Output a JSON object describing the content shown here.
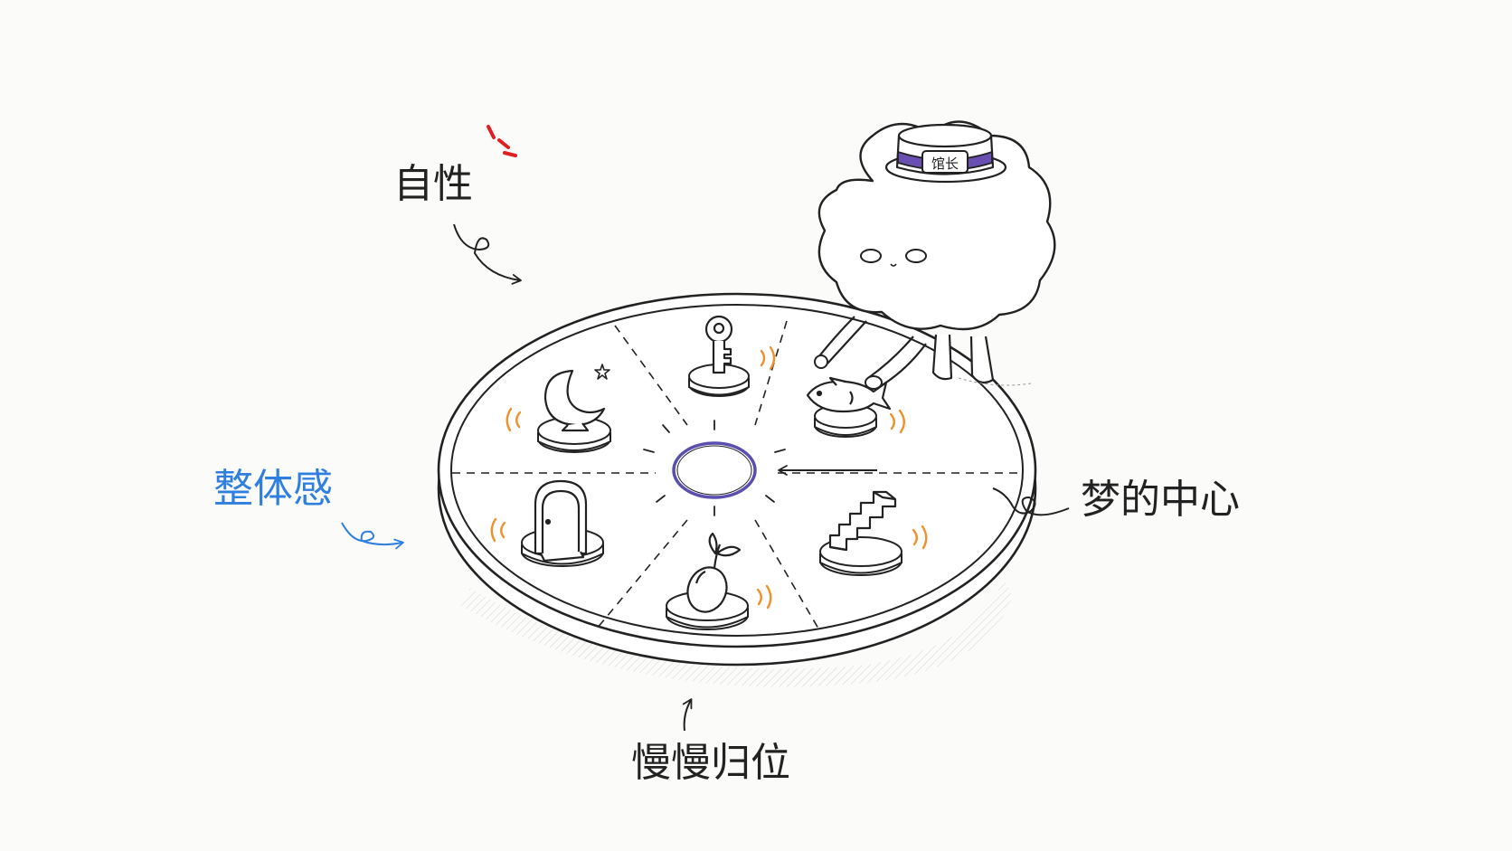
{
  "labels": {
    "self": "自性",
    "wholeness": "整体感",
    "dream_center": "梦的中心",
    "return": "慢慢归位"
  },
  "character": {
    "hat_badge": "馆长"
  },
  "pedestals": [
    {
      "item": "key",
      "icon": "key-icon"
    },
    {
      "item": "fish",
      "icon": "fish-icon"
    },
    {
      "item": "stairs",
      "icon": "stairs-icon"
    },
    {
      "item": "fruit",
      "icon": "fruit-sprout-icon"
    },
    {
      "item": "door",
      "icon": "door-icon"
    },
    {
      "item": "moon",
      "icon": "crescent-moon-icon"
    }
  ],
  "colors": {
    "ink": "#222222",
    "blue_label": "#2f7fe0",
    "accent_red": "#e02020",
    "wobble_orange": "#f0902a",
    "hat_band": "#6a4fb3",
    "center_ring": "#5a4fb0"
  }
}
